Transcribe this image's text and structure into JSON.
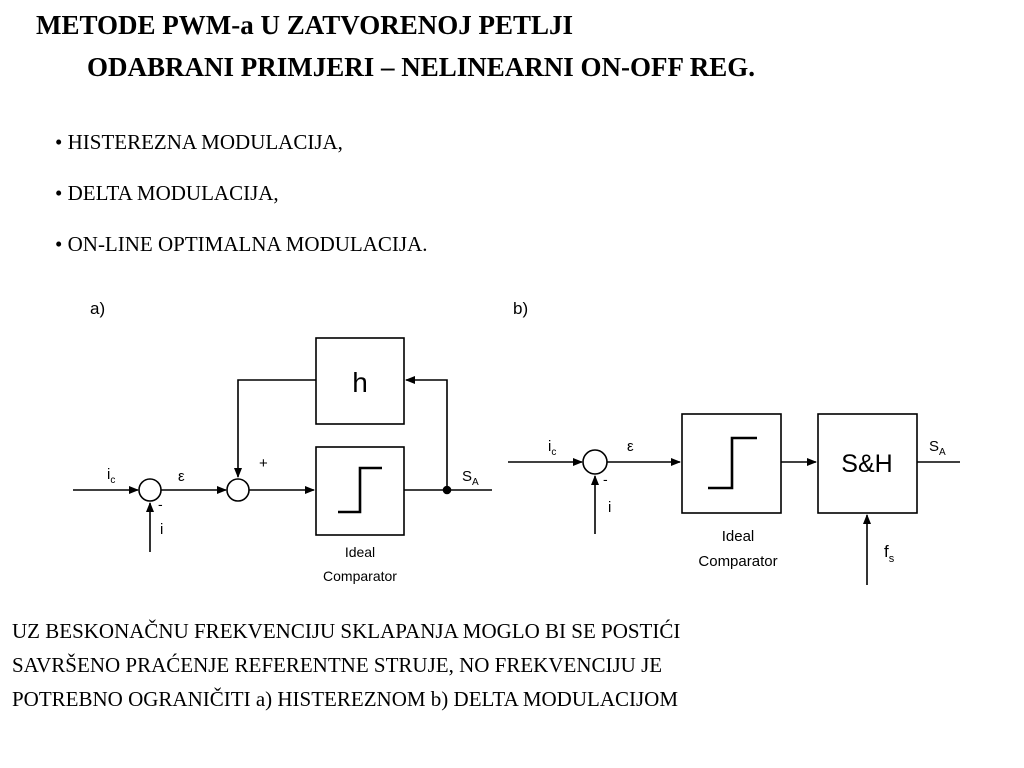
{
  "slide": {
    "title_line1": "METODE PWM-a U ZATVORENOJ PETLJI",
    "title_line2": "ODABRANI PRIMJERI – NELINEARNI ON-OFF REG."
  },
  "bullets": [
    "HISTEREZNA MODULACIJA,",
    "DELTA MODULACIJA,",
    "ON-LINE OPTIMALNA MODULACIJA."
  ],
  "diagram_a": {
    "panel_label": "a)",
    "input_label": "i",
    "input_sub": "c",
    "feedback_label": "i",
    "minus_sign": "-",
    "error_label": "ε",
    "plus_sign": "+",
    "hysteresis_block": "h",
    "comparator_label_line1": "Ideal",
    "comparator_label_line2": "Comparator",
    "output_label": "S",
    "output_sub": "A"
  },
  "diagram_b": {
    "panel_label": "b)",
    "input_label": "i",
    "input_sub": "c",
    "feedback_label": "i",
    "minus_sign": "-",
    "error_label": "ε",
    "sample_hold_block": "S&H",
    "comparator_label_line1": "Ideal",
    "comparator_label_line2": "Comparator",
    "output_label": "S",
    "output_sub": "A",
    "clock_label": "f",
    "clock_sub": "s"
  },
  "footer": {
    "line1": "UZ BESKONAČNU FREKVENCIJU SKLAPANJA MOGLO BI SE POSTIĆI",
    "line2": "SAVRŠENO PRAĆENJE REFERENTNE STRUJE, NO FREKVENCIJU JE",
    "line3": "POTREBNO OGRANIČITI  a) HISTEREZNOM    b) DELTA MODULACIJOM"
  }
}
